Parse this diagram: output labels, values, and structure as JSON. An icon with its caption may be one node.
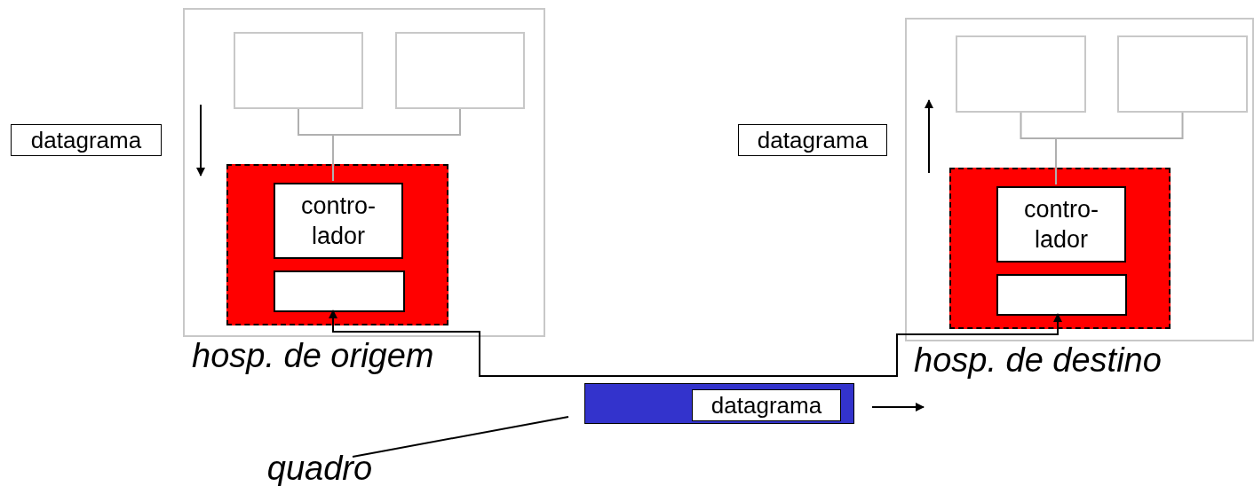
{
  "diagram": {
    "nodes": [
      {
        "text": [
          "hosp. de origem"
        ]
      },
      {
        "text": [],
        "shape": "box",
        "in": 0
      },
      {
        "text": [],
        "shape": "box",
        "in": 0
      },
      {
        "text": [],
        "shape": "box",
        "in": 0
      },
      {
        "text": [
          "contro- lador"
        ],
        "in": 3
      },
      {
        "text": [],
        "shape": "box",
        "in": 3
      },
      {
        "text": [
          "datagrama"
        ]
      },
      {
        "text": [
          "hosp. de destino"
        ]
      },
      {
        "text": [],
        "shape": "box",
        "in": 7
      },
      {
        "text": [],
        "shape": "box",
        "in": 7
      },
      {
        "text": [],
        "shape": "box",
        "in": 7
      },
      {
        "text": [
          "contro- lador"
        ],
        "in": 10
      },
      {
        "text": [],
        "shape": "box",
        "in": 10
      },
      {
        "text": [
          "datagrama"
        ]
      },
      {
        "text": [],
        "shape": "box"
      },
      {
        "text": [
          "datagrama"
        ],
        "in": 14
      },
      {
        "text": [
          "quadro"
        ]
      }
    ],
    "edges": [
      {
        "from": 1,
        "to": 4,
        "arrow": "none"
      },
      {
        "from": 2,
        "to": 4,
        "arrow": "none"
      },
      {
        "from": 8,
        "to": 11,
        "arrow": "none"
      },
      {
        "from": 9,
        "to": 11,
        "arrow": "none"
      },
      {
        "from": 5,
        "to": 12,
        "arrow": "both",
        "color": "#000000"
      },
      {
        "from": 16,
        "to": 14,
        "arrow": "none",
        "color": "#000000"
      }
    ]
  }
}
